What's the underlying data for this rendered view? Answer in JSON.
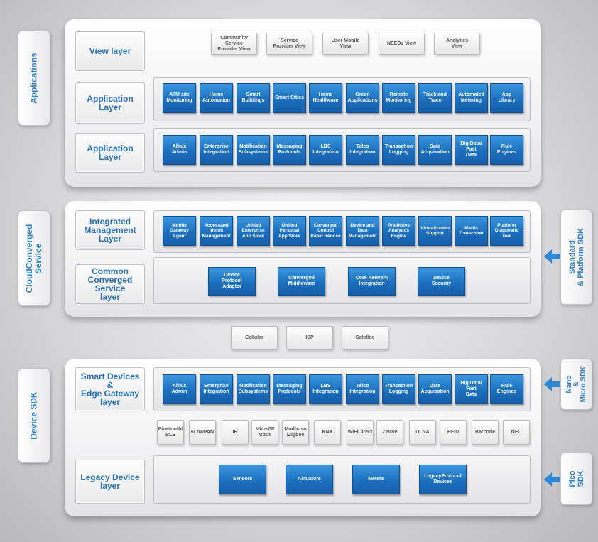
{
  "side_tabs": {
    "applications": "Applications",
    "cloud": "CloudConverged\nService",
    "device": "Device SDK"
  },
  "sdk_tabs": {
    "standard": "Standard\n& Platform SDK",
    "nano": "Nano\n&\nMicro SDK",
    "pico": "Pico\nSDK"
  },
  "layers": {
    "view": "View layer",
    "application1": "Application\nLayer",
    "application2": "Application\nLayer",
    "integrated": "Integrated\nManagement\nLayer",
    "common": "Common\nConverged\nService\nlayer",
    "smart": "Smart Devices\n&\nEdge Gateway\nlayer",
    "legacy": "Legacy Device\nlayer"
  },
  "view_items": [
    "Community\nService\nProvider View",
    "Service\nProvider View",
    "User Mobile\nView",
    "NEEDs View",
    "Analytics\nView"
  ],
  "app_row1": [
    "ATM site\nMonitoring",
    "Home\nAutomation",
    "Smart\nBuildings",
    "Smart Cities",
    "Home\nHealthcare",
    "Green\nApplications",
    "Remote\nMonitoring",
    "Track and\nTrace",
    "Automated\nMetering",
    "App\nLibrary"
  ],
  "app_row2": [
    "Altiux\nAdmin",
    "Enterprise\nIntegration",
    "Notification\nSubsystems",
    "Messaging\nProtocols",
    "LBS\nIntegration",
    "Telco\nIntegration",
    "Transaction\nLogging",
    "Data\nAcquisation",
    "Big Data/\nFast\nData",
    "Rule\nEngines"
  ],
  "integrated_items": [
    "Mobile\nGateway\nAgent",
    "Accessand\nIdentit\nManagement",
    "Unified\nEnterprise\nApp Store",
    "Unified\nPersonal\nApp Store",
    "Converged\nControl\nPanel Service",
    "Device and\nData\nManagemebt",
    "Predictive\nAnalytics\nEngine",
    "Virtualization\nSupport",
    "Media\nTranscoder",
    "Platform\nDiagnostic\nTool"
  ],
  "common_items": [
    "Device\nProtocol\nAdaptor",
    "Converged\nMiddleware",
    "Core Network\nIntegration",
    "Device\nSecurity"
  ],
  "network_items": [
    "Cellular",
    "ISP",
    "Satellite"
  ],
  "smart_items": [
    "Altiux\nAdmin",
    "Enterprise\nIntegration",
    "Notification\nSubsystems",
    "Messaging\nProtocols",
    "LBS\nIntegration",
    "Telco\nIntegration",
    "Transaction\nLogging",
    "Data\nAcquisation",
    "Big Data/\nFast\nData",
    "Rule\nEngines"
  ],
  "protocol_items": [
    "Bluetooth/\nBLE",
    "6LowPAN",
    "IR",
    "Mbus/W\nMbus",
    "Modbuso\n/Zigbee",
    "KNX",
    "WiFiDirect",
    "Zwave",
    "DLNA",
    "RFID",
    "Barcode",
    "NFC"
  ],
  "legacy_items": [
    "Sensors",
    "Actuators",
    "Meters",
    "LegacyProtocol\nDevices"
  ],
  "colors": {
    "accent": "#2e7fc9",
    "box_blue": "#1c70bf",
    "arrow_blue": "#2f86d2"
  }
}
